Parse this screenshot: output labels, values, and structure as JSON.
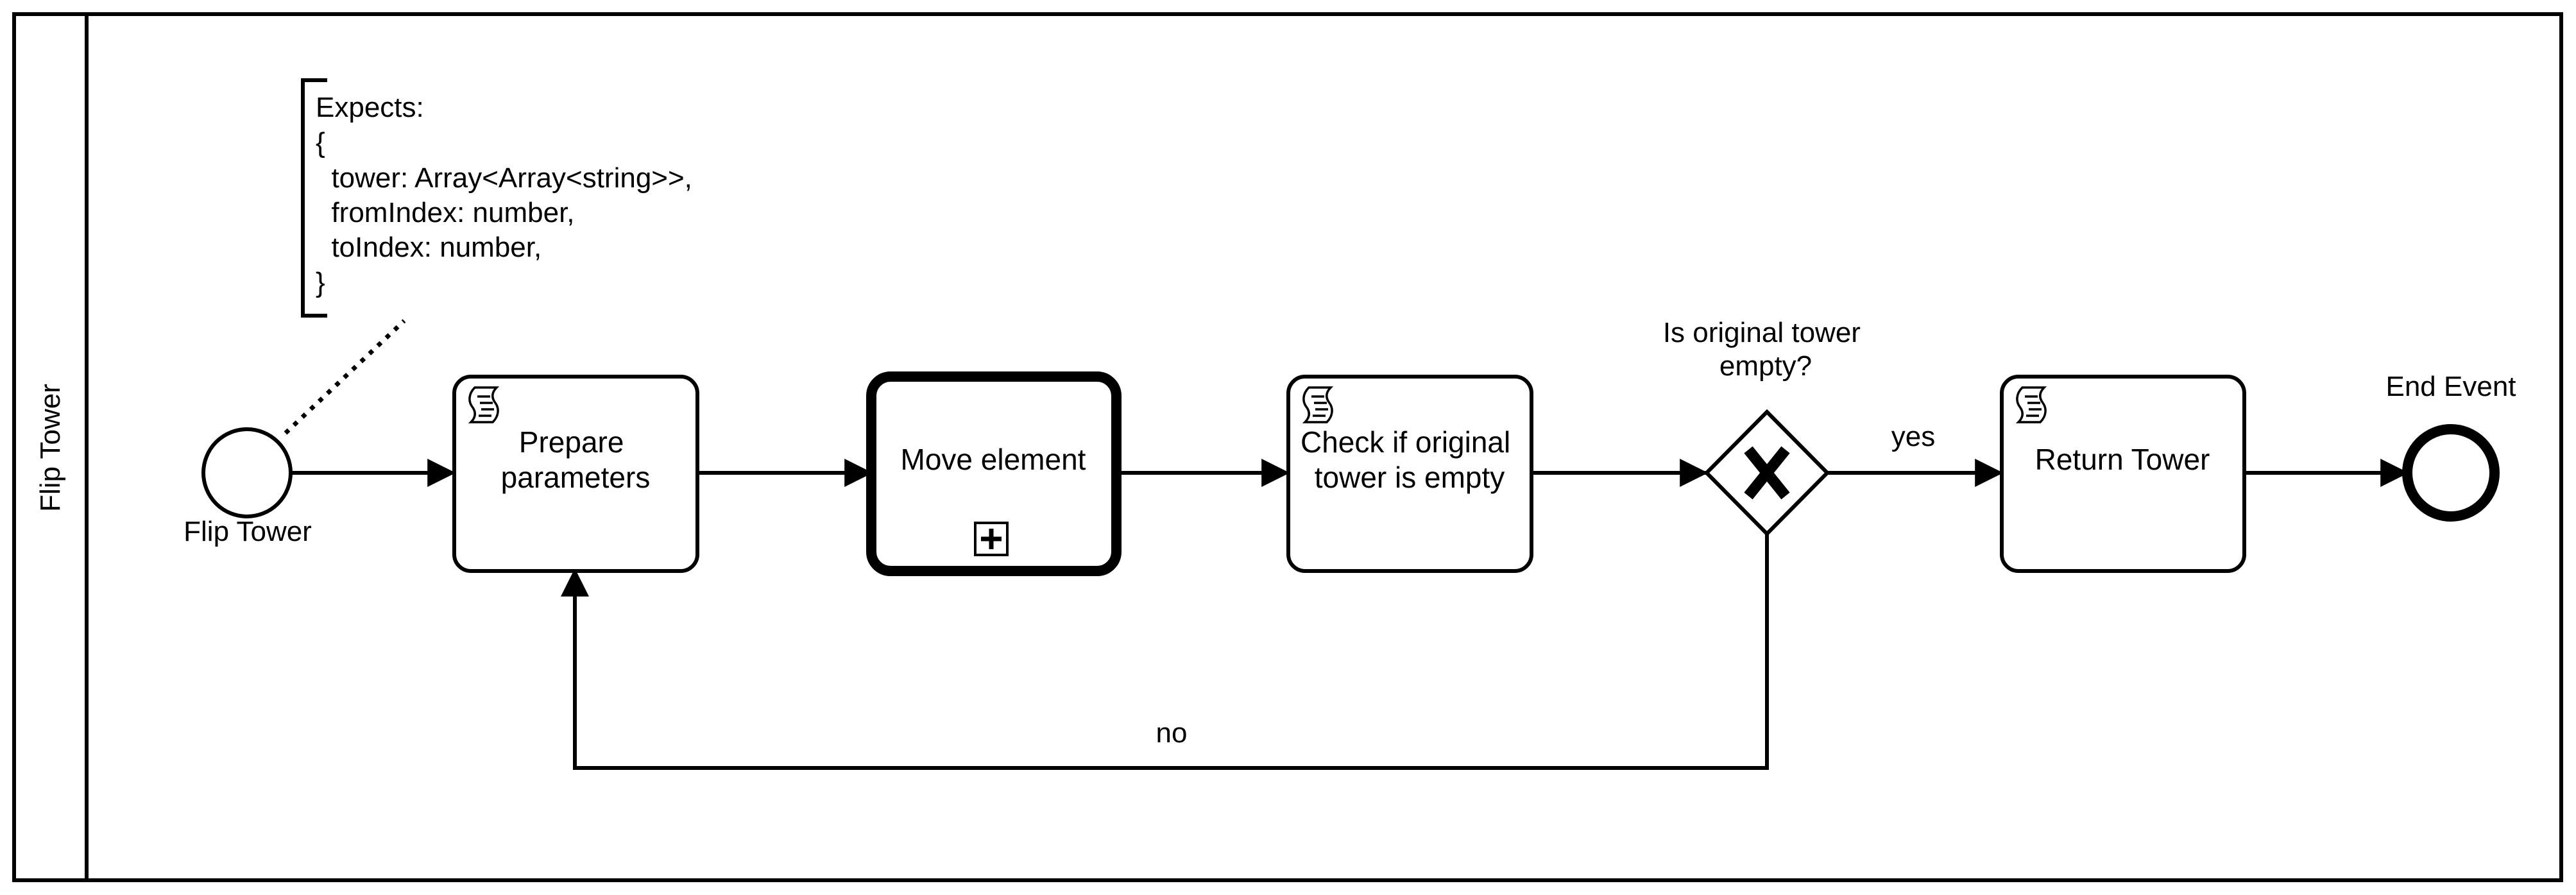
{
  "pool": {
    "label": "Flip Tower"
  },
  "annotation": {
    "lines": [
      "Expects:",
      "{",
      "  tower: Array<Array<string>>,",
      "  fromIndex: number,",
      "  toIndex: number,",
      "}"
    ]
  },
  "start_event": {
    "label": "Flip Tower"
  },
  "tasks": {
    "prepare": {
      "line1": "Prepare",
      "line2": "parameters",
      "icon": "script-icon"
    },
    "move": {
      "label": "Move element",
      "marker": "subprocess-expand-icon"
    },
    "check": {
      "line1": "Check if original",
      "line2": "tower is empty",
      "icon": "script-icon"
    },
    "return": {
      "label": "Return Tower",
      "icon": "script-icon"
    }
  },
  "gateway": {
    "line1": "Is original tower",
    "line2": "empty?",
    "icon": "exclusive-x-icon"
  },
  "flows": {
    "yes": "yes",
    "no": "no"
  },
  "end_event": {
    "label": "End Event"
  }
}
